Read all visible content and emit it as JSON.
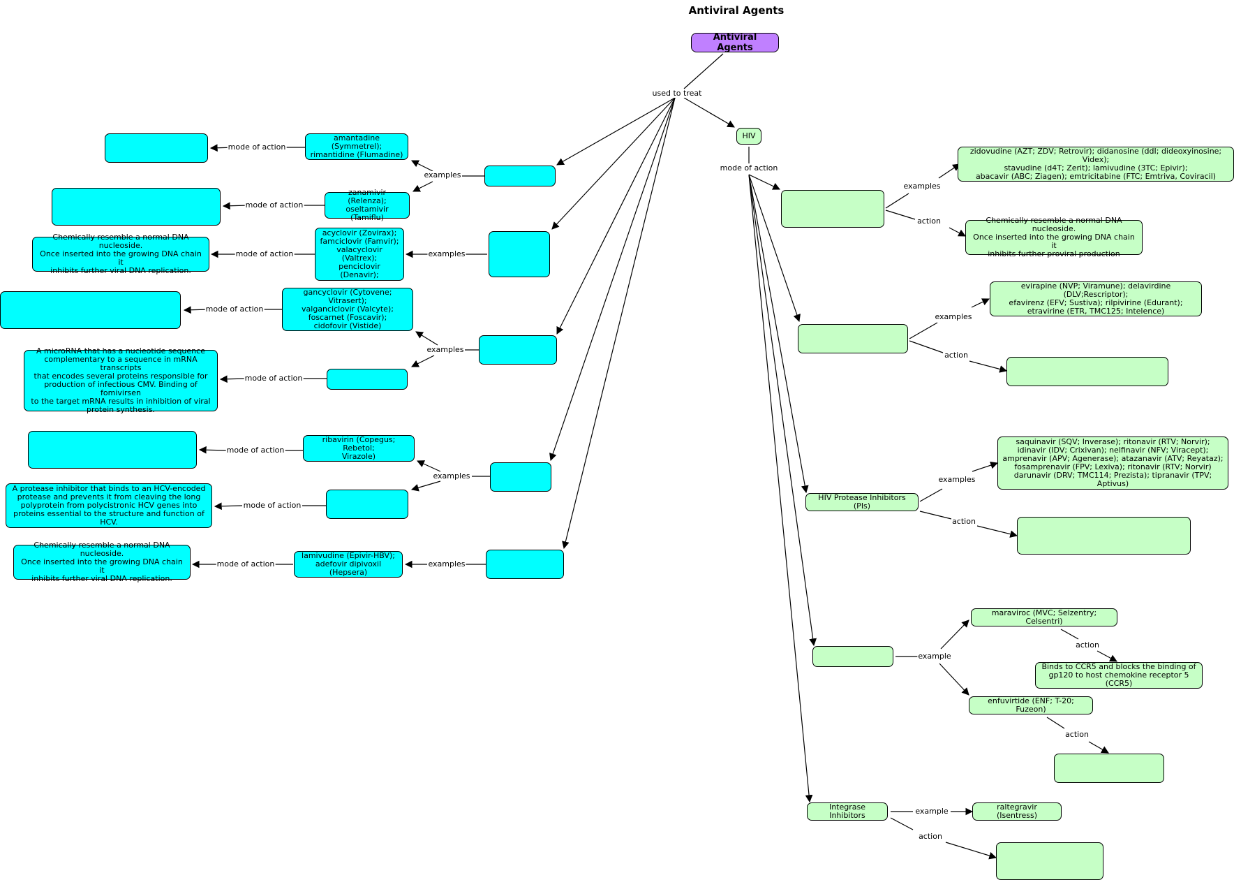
{
  "title": "Antiviral Agents",
  "root": "Antiviral Agents",
  "hiv": "HIV",
  "labels": {
    "used_to_treat": "used to treat",
    "mode_of_action": "mode of action",
    "examples": "examples",
    "example": "example",
    "action": "action"
  },
  "left": {
    "influenza_examples_a": "amantadine (Symmetrel);\nrimantidine (Flumadine)",
    "influenza_examples_b": "zanamivir (Relenza);\noseltamivir (Tamiflu)",
    "herpes_examples": "acyclovir (Zovirax);\nfamciclovir (Famvir);\nvalacyclovir (Valtrex);\npenciclovir (Denavir);",
    "herpes_moa": "Chemically resemble a normal DNA nucleoside.\nOnce inserted into the growing DNA chain it\ninhibits further viral DNA replication.",
    "cmv_examples": "gancyclovir (Cytovene; Vitrasert);\nvalganciclovir (Valcyte);\nfoscarnet (Foscavir);\ncidofovir (Vistide)",
    "cmv_moa": "A microRNA that has a nucleotide sequence\ncomplementary to a sequence in mRNA transcripts\nthat encodes several proteins responsible for\nproduction of infectious CMV. Binding of fomivirsen\nto the target mRNA results in inhibition of viral\nprotein synthesis.",
    "hcv_examples": "ribavirin (Copegus; Rebetol;\nVirazole)",
    "hcv_moa": "A protease inhibitor that binds to an HCV-encoded\nprotease and prevents it from cleaving the long\npolyprotein from polycistronic HCV genes into\nproteins essential to the structure and function of HCV.",
    "hbv_examples": "lamivudine (Epivir-HBV);\nadefovir dipivoxil (Hepsera)",
    "hbv_moa": "Chemically resemble a normal DNA nucleoside.\nOnce inserted into the growing DNA chain it\ninhibits further viral DNA replication."
  },
  "right": {
    "nrti_examples": "zidovudine (AZT; ZDV; Retrovir); didanosine (ddI; dideoxyinosine; Videx);\nstavudine (d4T; Zerit); lamivudine (3TC; Epivir);\nabacavir (ABC; Ziagen); emtricitabine (FTC; Emtriva, Coviracil)",
    "nrti_action": "Chemically resemble a normal DNA nucleoside.\nOnce inserted into the growing DNA chain it\ninhibits further proviral production",
    "nnrti_examples": "evirapine (NVP; Viramune); delavirdine (DLV;Rescriptor);\nefavirenz (EFV; Sustiva); rilpivirine (Edurant);\netravirine (ETR, TMC125; Intelence)",
    "pi_label": "HIV Protease Inhibitors (PIs)",
    "pi_examples": "saquinavir (SQV; Inverase); ritonavir (RTV; Norvir);\nidinavir (IDV; Crixivan); nelfinavir (NFV; Viracept);\namprenavir (APV; Agenerase); atazanavir (ATV; Reyataz);\nfosamprenavir (FPV; Lexiva); ritonavir (RTV; Norvir)\ndarunavir (DRV; TMC114; Prezista); tipranavir (TPV; Aptivus)",
    "entry_example_a": "maraviroc (MVC; Selzentry; Celsentri)",
    "entry_action_a": "Binds to CCR5 and blocks the binding of\ngp120 to host chemokine receptor 5 (CCR5)",
    "entry_example_b": "enfuvirtide (ENF; T-20; Fuzeon)",
    "integrase_label": "Integrase Inhibitors",
    "integrase_example": "raltegravir (Isentress)"
  }
}
